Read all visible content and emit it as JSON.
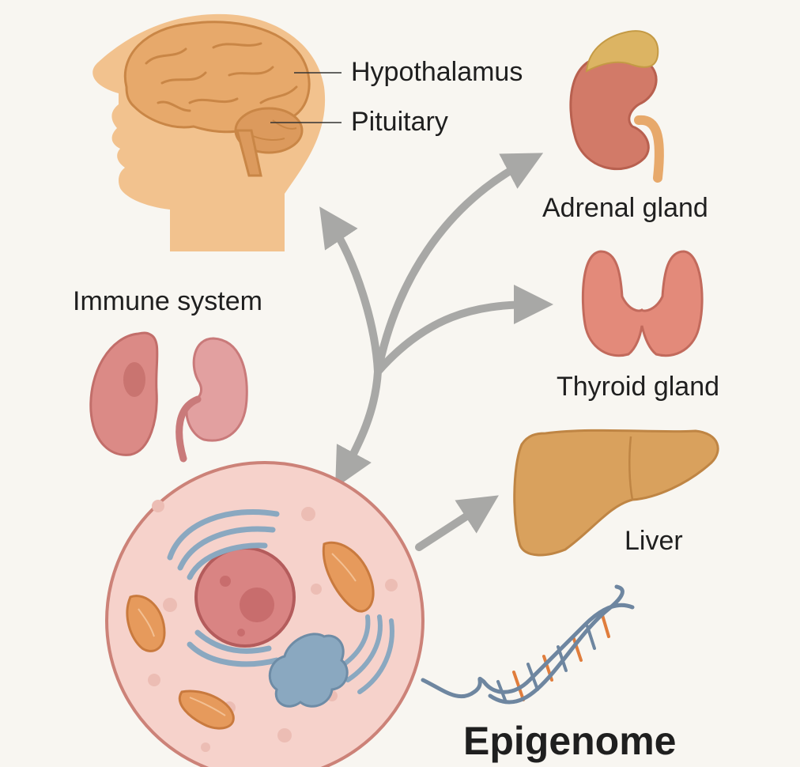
{
  "labels": {
    "hypothalamus": "Hypothalamus",
    "pituitary": "Pituitary",
    "adrenal": "Adrenal gland",
    "immune": "Immune system",
    "thyroid": "Thyroid gland",
    "liver": "Liver",
    "epigenome": "Epigenome"
  },
  "colors": {
    "background": "#f8f6f1",
    "head": "#f2c28e",
    "brain": "#e7a96b",
    "brain_outline": "#c98646",
    "adrenal_cap": "#dcb463",
    "kidney": "#d27a68",
    "thyroid": "#e38a7a",
    "liver": "#d9a15d",
    "cell": "#f6d2cb",
    "cell_outline": "#cc8278",
    "organelle_blue": "#8aa8c0",
    "organelle_orange": "#e69a5c",
    "arrow": "#a8a8a6",
    "dna_orange": "#e07d3c",
    "dna_blue": "#6e86a0"
  }
}
